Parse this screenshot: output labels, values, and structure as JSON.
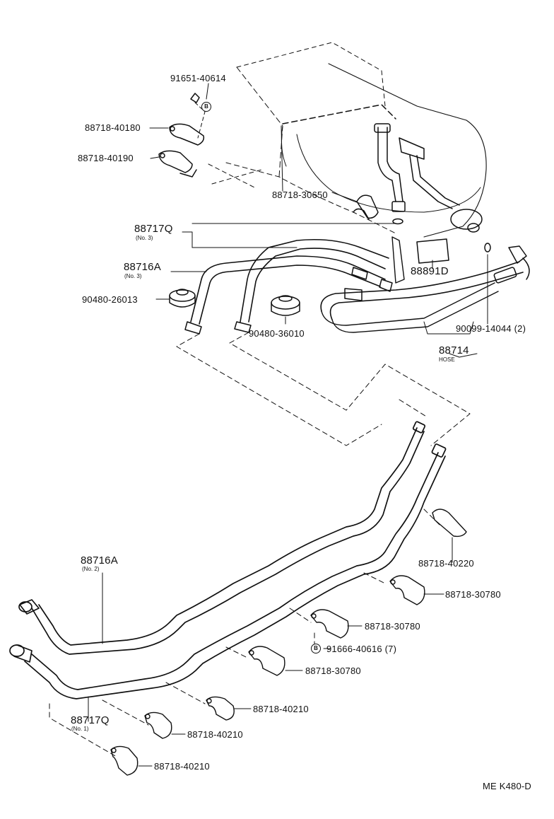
{
  "parts": {
    "p91651": "91651-40614",
    "p88718_40180": "88718-40180",
    "p88718_40190": "88718-40190",
    "p88718_30650": "88718-30650",
    "p88717q_top": "88717Q",
    "p88717q_top_sub": "(No. 3)",
    "p88716a_top": "88716A",
    "p88716a_top_sub": "(No. 3)",
    "p90480_26013": "90480-26013",
    "p90480_36010": "90480-36010",
    "p88891d": "88891D",
    "p90099": "90099-14044 (2)",
    "p88714": "88714",
    "p88714_sub": "HOSE",
    "p88716a_bot": "88716A",
    "p88716a_bot_sub": "(No. 2)",
    "p88717q_bot": "88717Q",
    "p88717q_bot_sub": "(No. 1)",
    "p88718_40220": "88718-40220",
    "p88718_30780_a": "88718-30780",
    "p88718_30780_b": "88718-30780",
    "p91666": "91666-40616 (7)",
    "p88718_30780_c": "88718-30780",
    "p88718_40210_a": "88718-40210",
    "p88718_40210_b": "88718-40210",
    "p88718_40210_c": "88718-40210"
  },
  "markers": {
    "b1": "B",
    "b2": "B"
  },
  "footer": {
    "code": "ME K480-D"
  }
}
